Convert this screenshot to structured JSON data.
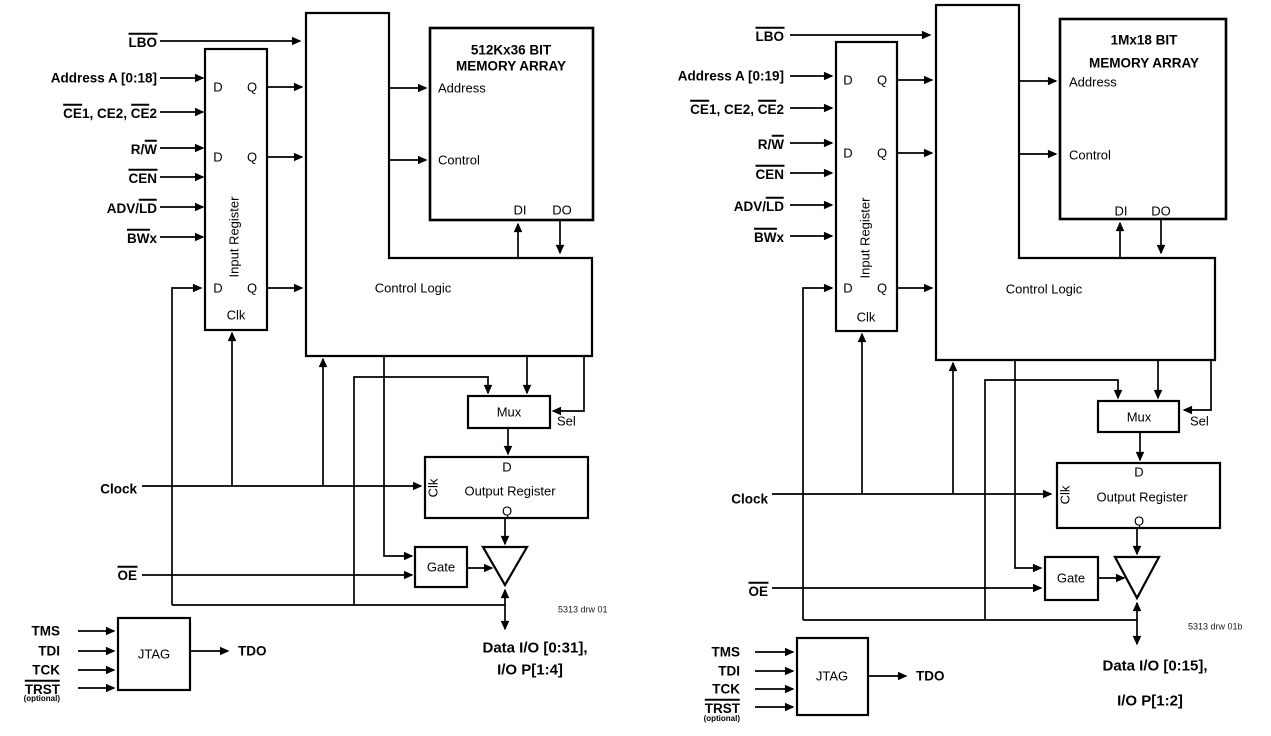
{
  "figure": {
    "description_left": "512Kx36 synchronous SRAM functional block diagram",
    "description_right": "1Mx18 synchronous SRAM functional block diagram"
  },
  "shared": {
    "signals": {
      "lbo": "LBO",
      "ce_a": "CE",
      "ce_b": "1, CE2, ",
      "ce_c": "CE",
      "ce_d": "2",
      "rw_a": "R/",
      "rw_b": "W",
      "cen": "CEN",
      "adv_a": "ADV/",
      "adv_b": "LD",
      "bw_a": "BW",
      "bw_b": "x",
      "clock": "Clock",
      "oe": "OE",
      "tms": "TMS",
      "tdi": "TDI",
      "tck": "TCK",
      "trst": "TRST",
      "optional": "(optional)",
      "tdo": "TDO"
    },
    "blocks": {
      "input_register": "Input Register",
      "clk": "Clk",
      "d": "D",
      "q": "Q",
      "control_logic": "Control Logic",
      "mem_address": "Address",
      "mem_control": "Control",
      "di": "DI",
      "do": "DO",
      "mux": "Mux",
      "sel": "Sel",
      "output_register": "Output Register",
      "gate": "Gate",
      "jtag": "JTAG"
    }
  },
  "left": {
    "address_bus": "Address A [0:18]",
    "memory_title_1": "512Kx36 BIT",
    "memory_title_2": "MEMORY ARRAY",
    "io_line_1": "Data I/O [0:31],",
    "io_line_2": "I/O P[1:4]",
    "drawing_id": "5313 drw 01"
  },
  "right": {
    "address_bus": "Address A [0:19]",
    "memory_title_1": "1Mx18 BIT",
    "memory_title_2": "MEMORY ARRAY",
    "io_line_1": "Data I/O [0:15],",
    "io_line_2": "I/O P[1:2]",
    "drawing_id": "5313 drw 01b"
  }
}
